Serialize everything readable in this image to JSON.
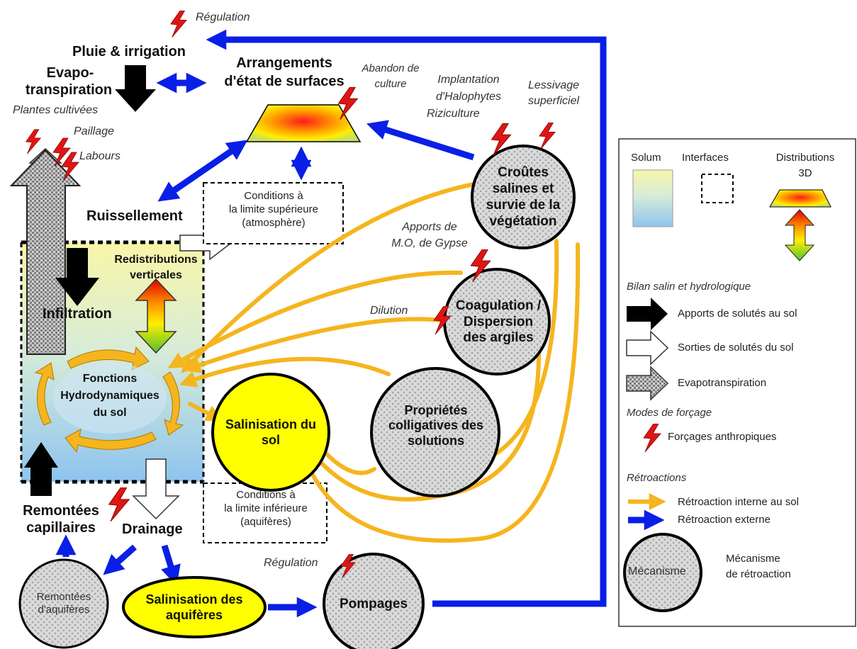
{
  "labels": {
    "regulation_top": "Régulation",
    "pluie": "Pluie & irrigation",
    "evapo_1": "Evapo-",
    "evapo_2": "transpiration",
    "plantes": "Plantes cultivées",
    "paillage": "Paillage",
    "labours": "Labours",
    "arrangements_1": "Arrangements",
    "arrangements_2": "d'état de surfaces",
    "abandon_1": "Abandon de",
    "abandon_2": "culture",
    "implantation_1": "Implantation",
    "implantation_2": "d'Halophytes",
    "riziculture": "Riziculture",
    "lessivage_1": "Lessivage",
    "lessivage_2": "superficiel",
    "ruissellement": "Ruissellement",
    "cond_sup_1": "Conditions à",
    "cond_sup_2": "la limite supérieure",
    "cond_sup_3": "(atmosphère)",
    "apports_mo_1": "Apports de",
    "apports_mo_2": "M.O, de Gypse",
    "redistrib_1": "Redistributions",
    "redistrib_2": "verticales",
    "infiltration": "Infiltration",
    "dilution": "Dilution",
    "fonctions_1": "Fonctions",
    "fonctions_2": "Hydrodynamiques",
    "fonctions_3": "du sol",
    "cond_inf_1": "Conditions à",
    "cond_inf_2": "la limite inférieure",
    "cond_inf_3": "(aquifères)",
    "remontees_cap_1": "Remontées",
    "remontees_cap_2": "capillaires",
    "drainage": "Drainage",
    "regulation_bottom": "Régulation"
  },
  "nodes": {
    "croutes": "Croûtes salines et survie de la végétation",
    "coagulation": "Coagulation / Dispersion des argiles",
    "proprietes": "Propriétés colligatives des solutions",
    "salinisation_sol": "Salinisation du sol",
    "remontees_aquiferes": "Remontées d'aquifères",
    "salinisation_aquiferes": "Salinisation des aquifères",
    "pompages": "Pompages"
  },
  "legend": {
    "solum": "Solum",
    "interfaces": "Interfaces",
    "distributions_1": "Distributions",
    "distributions_2": "3D",
    "bilan": "Bilan salin et hydrologique",
    "apports": "Apports de solutés au sol",
    "sorties": "Sorties de solutés du sol",
    "evapotranspiration": "Evapotranspiration",
    "modes": "Modes de forçage",
    "forcages": "Forçages anthropiques",
    "retroactions": "Rétroactions",
    "interne": "Rétroaction interne au sol",
    "externe": "Rétroaction externe",
    "mecanisme_circle": "Mécanisme",
    "mecanisme_1": "Mécanisme",
    "mecanisme_2": "de rétroaction"
  },
  "colors": {
    "blue_arrow": "#0a1fe6",
    "orange_arrow": "#f5b51e",
    "yellow_node": "#ffff00",
    "grey_node": "#d9d9d9",
    "lightning": "#e01515"
  }
}
